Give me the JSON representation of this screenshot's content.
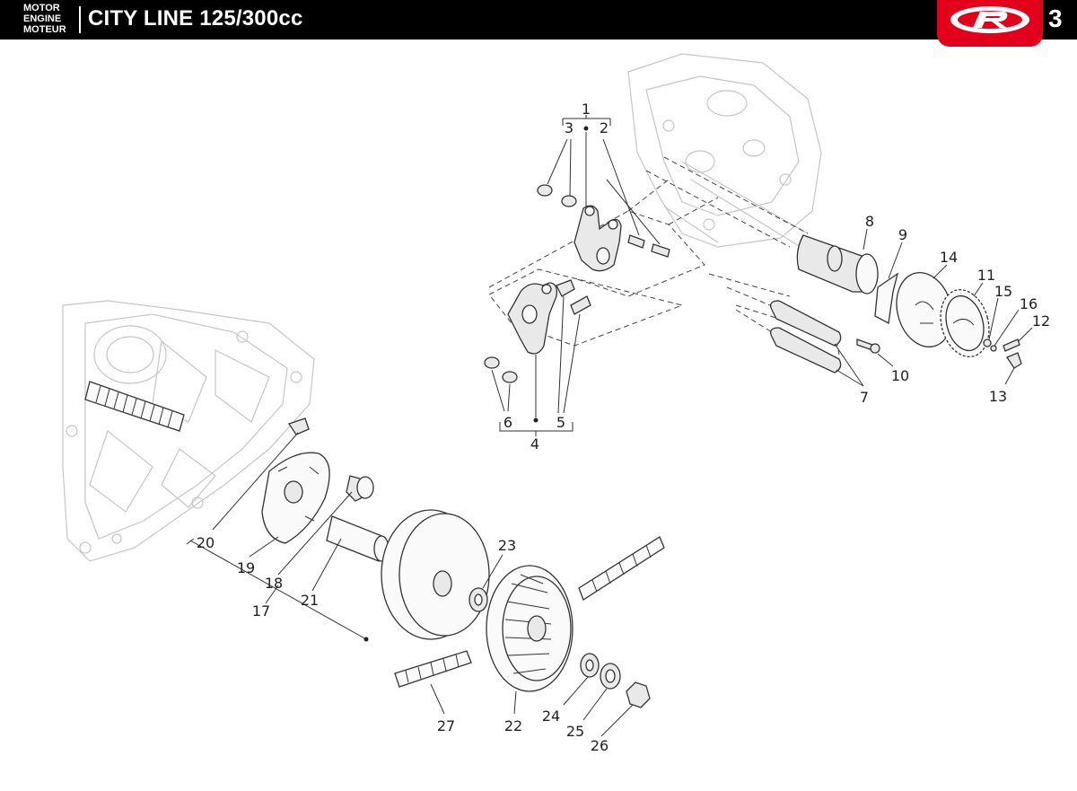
{
  "header": {
    "category_lines": [
      "MOTOR",
      "ENGINE",
      "MOTEUR"
    ],
    "title": "CITY LINE 125/300cc",
    "page_number": "3",
    "logo_icon": "rieju-r-logo-icon",
    "header_color": "#000000",
    "logo_color": "#e2001a"
  },
  "callouts": [
    "1",
    "2",
    "3",
    "4",
    "5",
    "6",
    "7",
    "8",
    "9",
    "10",
    "11",
    "12",
    "13",
    "14",
    "15",
    "16",
    "17",
    "18",
    "19",
    "20",
    "21",
    "22",
    "23",
    "24",
    "25",
    "26",
    "27"
  ]
}
